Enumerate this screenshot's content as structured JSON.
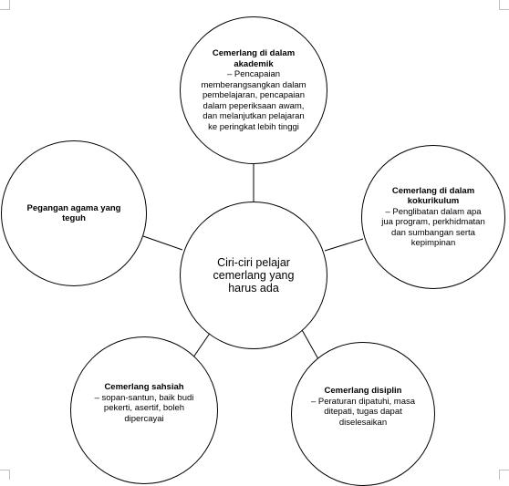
{
  "diagram": {
    "center": {
      "label": "Ciri-ciri pelajar cemerlang yang harus ada"
    },
    "nodes": {
      "academic": {
        "title": "Cemerlang di dalam akademik",
        "description": "– Pencapaian memberangsangkan dalam pembelajaran, pencapaian dalam peperiksaan awam, dan melanjutkan pelajaran ke peringkat lebih tinggi"
      },
      "cocurricular": {
        "title": "Cemerlang di dalam kokurikulum",
        "description": "– Penglibatan dalam apa jua program, perkhidmatan dan sumbangan serta kepimpinan"
      },
      "discipline": {
        "title": "Cemerlang disiplin",
        "description": "– Peraturan dipatuhi, masa ditepati, tugas dapat diselesaikan"
      },
      "character": {
        "title": "Cemerlang sahsiah",
        "description": "– sopan-santun, baik budi pekerti, asertif, boleh dipercayai"
      },
      "religion": {
        "title": "Pegangan agama yang teguh"
      }
    },
    "colors": {
      "stroke": "#000000",
      "fill": "#ffffff"
    }
  }
}
